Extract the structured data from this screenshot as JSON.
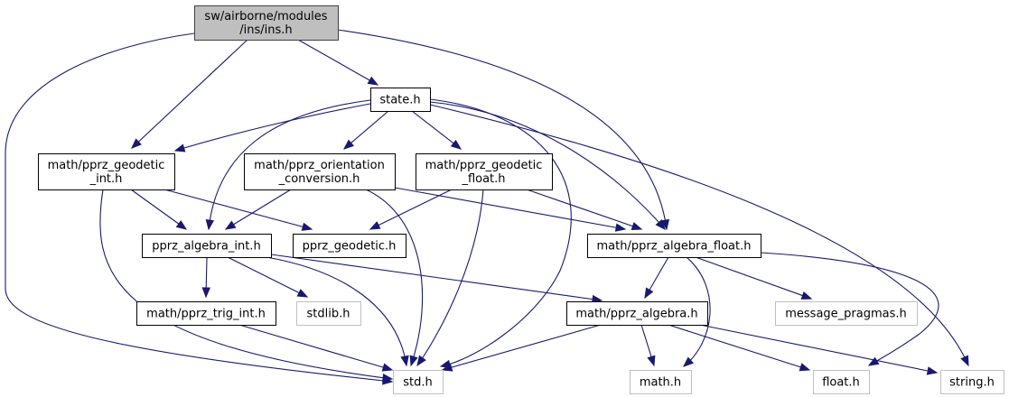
{
  "diagram": {
    "type": "include-dependency-graph",
    "colors": {
      "edge": "#191970",
      "root_fill": "#bfbfbf",
      "root_border": "#404040",
      "node_border": "#000000",
      "external_border": "#bfbfbf",
      "text": "#000000"
    },
    "nodes": [
      {
        "id": "ins_h",
        "lines": [
          "sw/airborne/modules",
          "/ins/ins.h"
        ],
        "kind": "root"
      },
      {
        "id": "state_h",
        "lines": [
          "state.h"
        ],
        "kind": "internal"
      },
      {
        "id": "geodetic_int",
        "lines": [
          "math/pprz_geodetic",
          "_int.h"
        ],
        "kind": "internal"
      },
      {
        "id": "orientation_conv",
        "lines": [
          "math/pprz_orientation",
          "_conversion.h"
        ],
        "kind": "internal"
      },
      {
        "id": "geodetic_float",
        "lines": [
          "math/pprz_geodetic",
          "_float.h"
        ],
        "kind": "internal"
      },
      {
        "id": "algebra_int",
        "lines": [
          "pprz_algebra_int.h"
        ],
        "kind": "internal"
      },
      {
        "id": "pprz_geodetic",
        "lines": [
          "pprz_geodetic.h"
        ],
        "kind": "internal"
      },
      {
        "id": "algebra_float",
        "lines": [
          "math/pprz_algebra_float.h"
        ],
        "kind": "internal"
      },
      {
        "id": "trig_int",
        "lines": [
          "math/pprz_trig_int.h"
        ],
        "kind": "internal"
      },
      {
        "id": "stdlib_h",
        "lines": [
          "stdlib.h"
        ],
        "kind": "external"
      },
      {
        "id": "algebra_h",
        "lines": [
          "math/pprz_algebra.h"
        ],
        "kind": "internal"
      },
      {
        "id": "message_pragmas",
        "lines": [
          "message_pragmas.h"
        ],
        "kind": "external"
      },
      {
        "id": "std_h",
        "lines": [
          "std.h"
        ],
        "kind": "external"
      },
      {
        "id": "math_h",
        "lines": [
          "math.h"
        ],
        "kind": "external"
      },
      {
        "id": "float_h",
        "lines": [
          "float.h"
        ],
        "kind": "external"
      },
      {
        "id": "string_h",
        "lines": [
          "string.h"
        ],
        "kind": "external"
      }
    ],
    "edges": [
      {
        "from": "ins_h",
        "to": "std_h"
      },
      {
        "from": "ins_h",
        "to": "geodetic_int"
      },
      {
        "from": "ins_h",
        "to": "state_h"
      },
      {
        "from": "ins_h",
        "to": "algebra_float"
      },
      {
        "from": "state_h",
        "to": "geodetic_int"
      },
      {
        "from": "state_h",
        "to": "algebra_int"
      },
      {
        "from": "state_h",
        "to": "orientation_conv"
      },
      {
        "from": "state_h",
        "to": "geodetic_float"
      },
      {
        "from": "state_h",
        "to": "std_h"
      },
      {
        "from": "state_h",
        "to": "algebra_float"
      },
      {
        "from": "state_h",
        "to": "string_h"
      },
      {
        "from": "geodetic_int",
        "to": "algebra_int"
      },
      {
        "from": "geodetic_int",
        "to": "pprz_geodetic"
      },
      {
        "from": "geodetic_int",
        "to": "std_h"
      },
      {
        "from": "orientation_conv",
        "to": "algebra_int"
      },
      {
        "from": "orientation_conv",
        "to": "algebra_float"
      },
      {
        "from": "orientation_conv",
        "to": "std_h"
      },
      {
        "from": "geodetic_float",
        "to": "pprz_geodetic"
      },
      {
        "from": "geodetic_float",
        "to": "algebra_float"
      },
      {
        "from": "geodetic_float",
        "to": "std_h"
      },
      {
        "from": "algebra_int",
        "to": "trig_int"
      },
      {
        "from": "algebra_int",
        "to": "stdlib_h"
      },
      {
        "from": "algebra_int",
        "to": "std_h"
      },
      {
        "from": "algebra_int",
        "to": "algebra_h"
      },
      {
        "from": "algebra_float",
        "to": "algebra_h"
      },
      {
        "from": "algebra_float",
        "to": "message_pragmas"
      },
      {
        "from": "algebra_float",
        "to": "math_h"
      },
      {
        "from": "algebra_float",
        "to": "float_h"
      },
      {
        "from": "trig_int",
        "to": "std_h"
      },
      {
        "from": "algebra_h",
        "to": "std_h"
      },
      {
        "from": "algebra_h",
        "to": "math_h"
      },
      {
        "from": "algebra_h",
        "to": "float_h"
      },
      {
        "from": "algebra_h",
        "to": "string_h"
      }
    ]
  }
}
